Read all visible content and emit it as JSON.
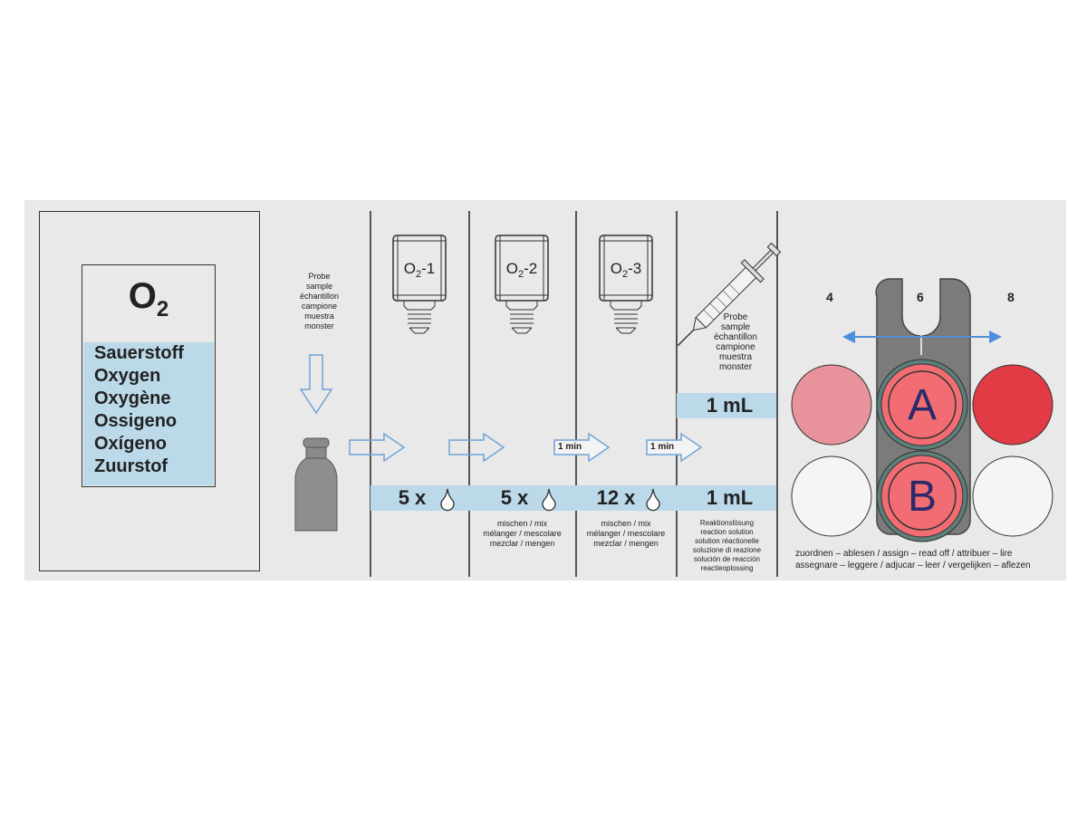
{
  "title": {
    "formula_main": "O",
    "formula_sub": "2",
    "names": [
      "Sauerstoff",
      "Oxygen",
      "Oxygène",
      "Ossigeno",
      "Oxígeno",
      "Zuurstof"
    ]
  },
  "steps": {
    "sample_label": [
      "Probe",
      "sample",
      "échantillon",
      "campione",
      "muestra",
      "monster"
    ],
    "bottles": [
      {
        "label": "O",
        "sub": "2",
        "suffix": "-1"
      },
      {
        "label": "O",
        "sub": "2",
        "suffix": "-2"
      },
      {
        "label": "O",
        "sub": "2",
        "suffix": "-3"
      }
    ],
    "drops": [
      "5 x",
      "5 x",
      "12 x"
    ],
    "mix_text": [
      "mischen / mix",
      "mélanger / mescolare",
      "mezclar / mengen"
    ],
    "wait_labels": [
      "1 min",
      "1 min"
    ],
    "syringe_label": [
      "Probe",
      "sample",
      "échantillon",
      "campione",
      "muestra",
      "monster"
    ],
    "volume_top": "1 mL",
    "volume_bottom": "1 mL",
    "reaction_text": [
      "Reaktionslösung",
      "reaction solution",
      "solution réactionelle",
      "soluzione di reazione",
      "solución de reacción",
      "reactieoplossing"
    ]
  },
  "comparator": {
    "scale": [
      "4",
      "6",
      "8"
    ],
    "slot_a": "A",
    "slot_b": "B",
    "colors": {
      "value_4": "#e8929c",
      "value_8": "#e33b45",
      "slot": "#f26d73",
      "blank": "#f5f5f5",
      "arrow": "#4f8fd9"
    },
    "footer": [
      "zuordnen – ablesen / assign – read off / attribuer – lire",
      "assegnare – leggere / adjucar – leer / vergelijken – aflezen"
    ]
  }
}
